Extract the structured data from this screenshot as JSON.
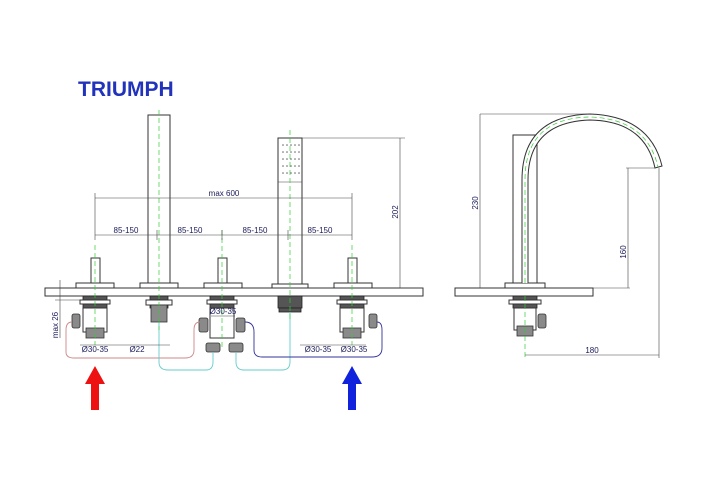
{
  "title": "TRIUMPH",
  "front_view": {
    "dim_overall": "max 600",
    "dim_spacing": [
      "85-150",
      "85-150",
      "85-150",
      "85-150"
    ],
    "dim_height": "202",
    "dim_depth": "max 26",
    "dim_diverter": "Ø30-35",
    "diameters": [
      "Ø30-35",
      "Ø22",
      "Ø30-35",
      "Ø30-35"
    ]
  },
  "side_view": {
    "dim_total_height": "230",
    "dim_spout_height": "160",
    "dim_reach": "180"
  },
  "colors": {
    "hot": "#ee1111",
    "cold": "#1122dd",
    "title": "#2233bb",
    "hose": "#66cccc",
    "hot_line": "#cc8888",
    "cold_line": "#333399"
  }
}
